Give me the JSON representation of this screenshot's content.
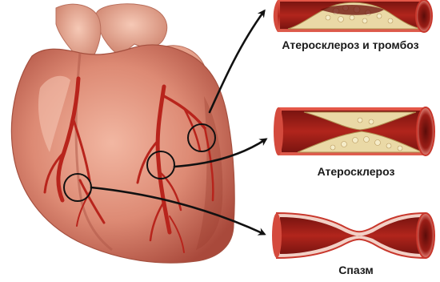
{
  "captions": {
    "top": "Атеросклероз и тромбоз",
    "middle": "Атеросклероз",
    "bottom": "Спазм"
  },
  "colors": {
    "heart_muscle": "#d9826e",
    "heart_shadow": "#a94a3c",
    "artery": "#b8241c",
    "vessel_wall": "#c8372c",
    "vessel_inner": "#8e1812",
    "plaque": "#e9d9a8",
    "arrow": "#111111",
    "circle": "#111111"
  },
  "icons": {
    "heart": "heart-illustration",
    "vessel_top": "vessel-thrombosis-illustration",
    "vessel_middle": "vessel-atherosclerosis-illustration",
    "vessel_bottom": "vessel-spasm-illustration"
  }
}
